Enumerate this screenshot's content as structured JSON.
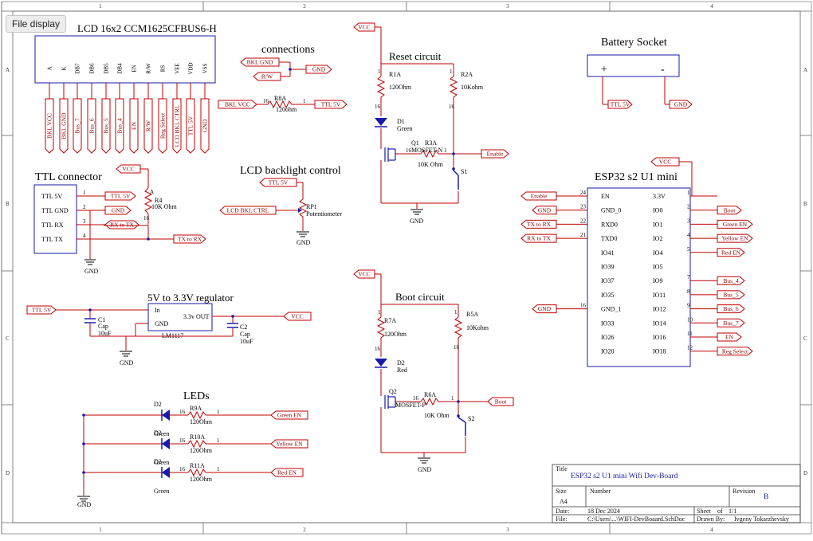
{
  "ui": {
    "file_display_label": "File display"
  },
  "frame": {
    "cols": [
      "1",
      "2",
      "3",
      "4"
    ],
    "rows": [
      "A",
      "B",
      "C",
      "D"
    ]
  },
  "lcd": {
    "title": "LCD 16x2 CCM1625CFBUS6-H",
    "pins": [
      "A",
      "K",
      "DB7",
      "DB6",
      "DB5",
      "DB4",
      "EN",
      "R/W",
      "RS",
      "VEE",
      "VDD",
      "VSS"
    ],
    "nets": [
      "BKL VCC",
      "BKL GND",
      "Bus_7",
      "Bus_6",
      "Bus_5",
      "Bus_4",
      "EN",
      "R/W",
      "Reg Select",
      "LCD BKL CTRL",
      "TTL 5V",
      "GND"
    ]
  },
  "connections": {
    "title": "connections",
    "bkl_gnd": "BKL GND",
    "rw": "R/W",
    "gnd": "GND",
    "bkl_vcc": "BKL VCC",
    "r8": "R8A",
    "r8_val": "120ohm",
    "ttl5v": "TTL 5V",
    "pin16": "16",
    "pin1": "1"
  },
  "ttl": {
    "title": "TTL connector",
    "pins": [
      "TTL 5V",
      "TTL GND",
      "TTL RX",
      "TTL TX"
    ],
    "pin_numbers": [
      "1",
      "2",
      "3",
      "4"
    ],
    "nets": [
      "TTL 5V",
      "GND",
      "RX to TX",
      "TX to RX"
    ],
    "vcc": "VCC",
    "r4": "R4",
    "r4_val": "10K Ohm",
    "r4_pin_a": "A",
    "r4_pin_b": "16",
    "gnd": "GND"
  },
  "backlight": {
    "title": "LCD backlight control",
    "ttl5v": "TTL 5V",
    "ctrl": "LCD BKL CTRL",
    "rp1": "RP1",
    "rp1_val": "Potentiometer",
    "gnd": "GND"
  },
  "reset": {
    "title": "Reset circuit",
    "vcc": "VCC",
    "r1": "R1A",
    "r1_val": "120Ohm",
    "r2": "R2A",
    "r2_val": "10Kohm",
    "d1": "D1",
    "d1_val": "Green",
    "q1": "Q1",
    "q1_val": "MOSFET-N",
    "r3": "R3A",
    "r3_val": "10K Ohm",
    "s1": "S1",
    "enable": "Enable",
    "gnd": "GND",
    "pin1": "1",
    "pin16": "16"
  },
  "battery": {
    "title": "Battery Socket",
    "plus": "+",
    "minus": "-",
    "ttl5v": "TTL 5V",
    "gnd": "GND"
  },
  "regulator": {
    "title": "5V to 3.3V regulator",
    "in": "In",
    "gnd_pin": "GND",
    "out": "3.3v OUT",
    "part": "LM1117",
    "ttl5v": "TTL 5V",
    "vcc": "VCC",
    "c1": "C1",
    "c1_type": "Cap",
    "c1_val": "10uF",
    "c2": "C2",
    "c2_type": "Cap",
    "c2_val": "10uF",
    "gnd": "GND"
  },
  "boot": {
    "title": "Boot circuit",
    "vcc": "VCC",
    "r7": "R7A",
    "r7_val": "120Ohm",
    "r5": "R5A",
    "r5_val": "10Kohm",
    "d2": "D2",
    "d2_val": "Red",
    "q2": "Q2",
    "q2_val": "MOSFET-P",
    "r6": "R6A",
    "r6_val": "10K Ohm",
    "s2": "S2",
    "boot": "Boot",
    "gnd": "GND",
    "pin1": "1",
    "pin16": "16"
  },
  "leds": {
    "title": "LEDs",
    "items": [
      {
        "d": "D2",
        "color": "Green",
        "r": "R9A",
        "r_val": "120Ohm",
        "net": "Green EN"
      },
      {
        "d": "D2",
        "color": "Green",
        "r": "R10A",
        "r_val": "120Ohm",
        "net": "Yellow EN"
      },
      {
        "d": "D2",
        "color": "Green",
        "r": "R11A",
        "r_val": "120Ohm",
        "net": "Red EN"
      }
    ],
    "gnd": "GND",
    "pin16": "16",
    "pin1": "1"
  },
  "esp": {
    "title": "ESP32 s2 U1 mini",
    "vcc": "VCC",
    "left_pins": [
      {
        "num": "24",
        "name": "EN",
        "net": "Enable"
      },
      {
        "num": "23",
        "name": "GND_0",
        "net": "GND"
      },
      {
        "num": "22",
        "name": "RXD0",
        "net": "TX to RX"
      },
      {
        "num": "21",
        "name": "TXD0",
        "net": "RX to TX"
      },
      {
        "num": "",
        "name": "IO41",
        "net": ""
      },
      {
        "num": "",
        "name": "IO39",
        "net": ""
      },
      {
        "num": "",
        "name": "IO37",
        "net": ""
      },
      {
        "num": "",
        "name": "IO35",
        "net": ""
      },
      {
        "num": "16",
        "name": "GND_1",
        "net": "GND"
      },
      {
        "num": "",
        "name": "IO33",
        "net": ""
      },
      {
        "num": "",
        "name": "IO26",
        "net": ""
      },
      {
        "num": "",
        "name": "IO20",
        "net": ""
      }
    ],
    "right_pins": [
      {
        "num": "1",
        "name": "3.3V",
        "net": ""
      },
      {
        "num": "2",
        "name": "IO0",
        "net": "Boot"
      },
      {
        "num": "3",
        "name": "IO1",
        "net": "Green EN"
      },
      {
        "num": "4",
        "name": "IO2",
        "net": "Yellow EN"
      },
      {
        "num": "5",
        "name": "IO4",
        "net": "Red EN"
      },
      {
        "num": "",
        "name": "IO5",
        "net": ""
      },
      {
        "num": "7",
        "name": "IO9",
        "net": "Bus_4"
      },
      {
        "num": "8",
        "name": "IO11",
        "net": "Bus_5"
      },
      {
        "num": "9",
        "name": "IO12",
        "net": "Bus_6"
      },
      {
        "num": "10",
        "name": "IO14",
        "net": "Bus_7"
      },
      {
        "num": "11",
        "name": "IO16",
        "net": "EN"
      },
      {
        "num": "12",
        "name": "IO18",
        "net": "Reg Select"
      }
    ]
  },
  "title_block": {
    "title_label": "Title",
    "title": "ESP32 s2 U1 mini Wifi Dev-Board",
    "size_label": "Size",
    "size": "A4",
    "number_label": "Number",
    "revision_label": "Revision",
    "revision": "B",
    "date_label": "Date:",
    "date": "18 Dec 2024",
    "sheet_label": "Sheet",
    "of_label": "of",
    "sheet": "1/1",
    "file_label": "File:",
    "file": "C:\\Users\\...\\WIFI-DevBoaard.SchDoc",
    "drawn_label": "Drawn By:",
    "drawn_by": "Ivgeny Tokarzhevsky"
  }
}
